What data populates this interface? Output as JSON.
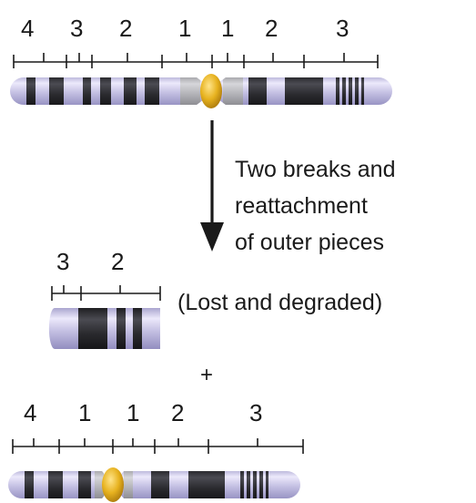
{
  "top_chromosome": {
    "region_labels": [
      "4",
      "3",
      "2",
      "1",
      "1",
      "2",
      "3"
    ]
  },
  "process": {
    "description_lines": [
      "Two breaks and",
      "reattachment",
      "of outer pieces"
    ]
  },
  "lost_fragment": {
    "region_labels": [
      "3",
      "2"
    ],
    "caption": "(Lost and degraded)"
  },
  "plus_sign": "+",
  "result_chromosome": {
    "region_labels": [
      "4",
      "1",
      "1",
      "2",
      "3"
    ]
  },
  "colors": {
    "chromosome_body": "#bcb8dc",
    "chromosome_band": "#2b2b2e",
    "centromere": "#e7b21f",
    "arrow": "#1a1a1a"
  }
}
